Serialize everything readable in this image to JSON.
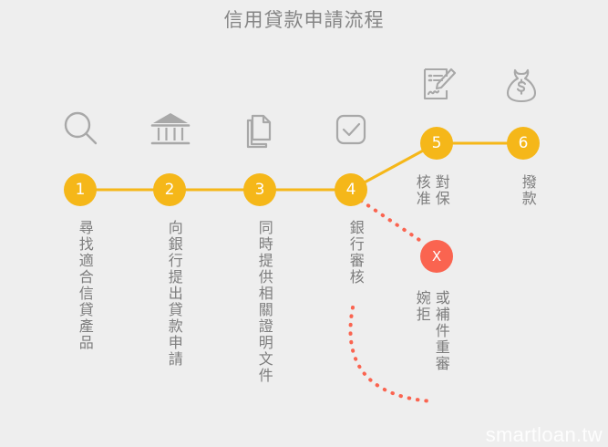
{
  "page": {
    "title": "信用貸款申請流程",
    "background_color": "#eeeeee",
    "watermark": "smartloan.tw"
  },
  "theme": {
    "accent_color": "#f5b719",
    "reject_color": "#fa6450",
    "icon_color": "#a8a8a8",
    "text_color": "#7d7d7d",
    "title_color": "#858585"
  },
  "flow": {
    "nodes": [
      {
        "id": "step-1",
        "number": "1",
        "label": "尋找適合信貸產品",
        "icon": "magnifier-icon",
        "state": "normal"
      },
      {
        "id": "step-2",
        "number": "2",
        "label": "向銀行提出貸款申請",
        "icon": "bank-icon",
        "state": "normal"
      },
      {
        "id": "step-3",
        "number": "3",
        "label": "同時提供相關證明文件",
        "icon": "documents-icon",
        "state": "normal"
      },
      {
        "id": "step-4",
        "number": "4",
        "label": "銀行審核",
        "icon": "check-square-icon",
        "state": "normal"
      },
      {
        "id": "step-5",
        "number": "5",
        "label_right": "對保",
        "label_left": "核准",
        "icon": "sign-contract-icon",
        "state": "normal"
      },
      {
        "id": "step-6",
        "number": "6",
        "label": "撥款",
        "icon": "money-bag-icon",
        "state": "normal"
      },
      {
        "id": "step-reject",
        "number": "X",
        "label_right": "或補件重審",
        "label_left": "婉拒",
        "icon": "",
        "state": "reject"
      }
    ]
  }
}
